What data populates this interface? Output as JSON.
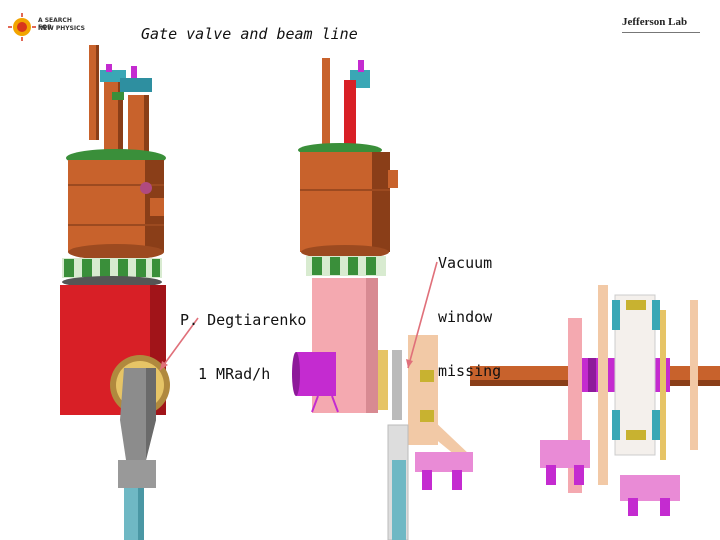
{
  "slide": {
    "title": "Gate valve and beam line",
    "logo_left_text": [
      "A SEARCH FOR",
      "NEW PHYSICS"
    ],
    "logo_right_text": "Jefferson Lab"
  },
  "annotations": {
    "gate_valve_note": [
      "P. Degtiarenko",
      "1 MRad/h"
    ],
    "vacuum_window_note": [
      "Vacuum",
      "window",
      "missing"
    ]
  },
  "colors": {
    "copper": "#c8622c",
    "copper_dark": "#8a3e18",
    "red_block": "#d81f26",
    "pink_block": "#f4a9b0",
    "magenta_pipe": "#c42bd0",
    "green_flange": "#3a8f3a",
    "gray_valve": "#8c8c8c",
    "teal_pipe": "#6fb8c4",
    "arrow": "#e0707a"
  }
}
